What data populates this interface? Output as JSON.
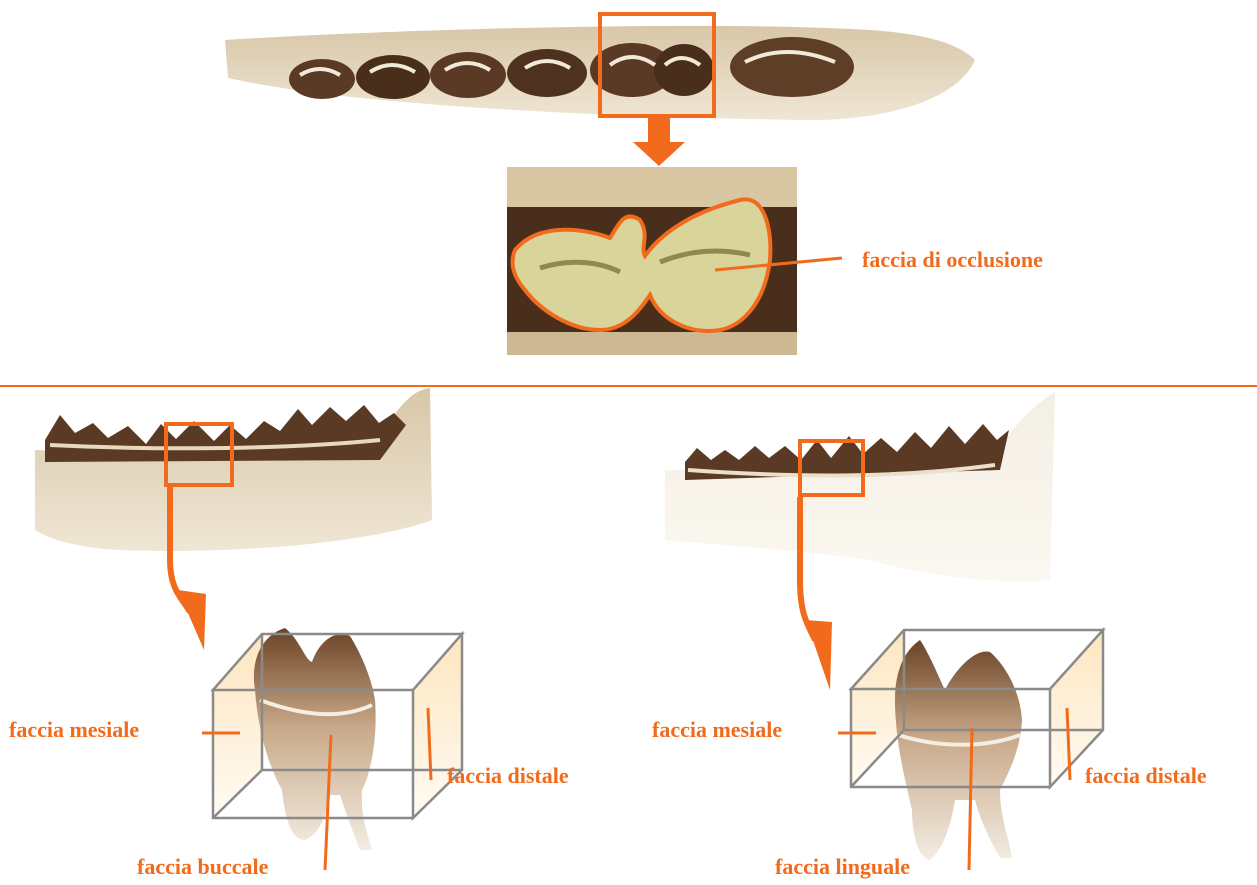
{
  "colors": {
    "accent": "#f26b1d",
    "bone": "#e8dcc6",
    "enamel": "#d9d49a",
    "dentin": "#5a3a24"
  },
  "labels": {
    "occlusal_face": "faccia di occlusione",
    "left_mesial": "faccia mesiale",
    "left_distal": "faccia distale",
    "left_buccal": "faccia buccale",
    "right_mesial": "faccia mesiale",
    "right_distal": "faccia distale",
    "right_lingual": "faccia linguale"
  },
  "icons": [
    "down-arrow-icon",
    "curved-arrow-icon"
  ]
}
